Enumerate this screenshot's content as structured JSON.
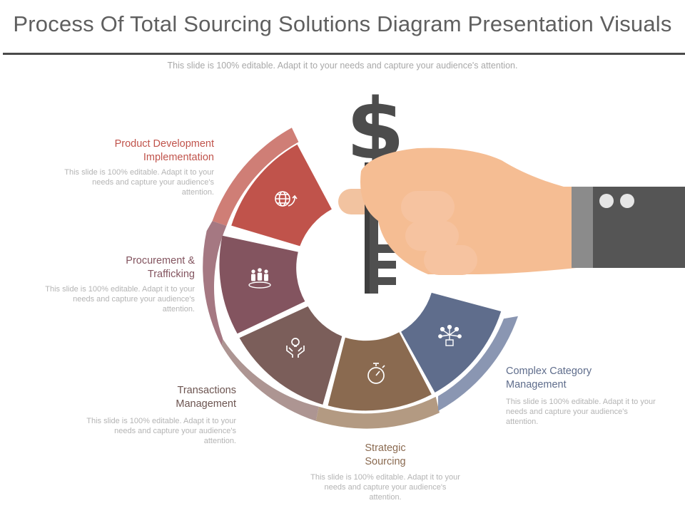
{
  "header": {
    "title": "Process Of Total Sourcing Solutions Diagram Presentation Visuals",
    "subtitle": "This slide is 100% editable. Adapt it to your needs and capture your audience's attention."
  },
  "colors": {
    "product": "#c0534b",
    "procurement": "#83545f",
    "transactions": "#7b5e5a",
    "strategic": "#8a6a50",
    "complex": "#5f6d8c",
    "hand": "#f5bd93",
    "sleeve": "#555555",
    "key": "#4f4f4f"
  },
  "segments": [
    {
      "id": "product",
      "title": "Product Development Implementation",
      "desc": "This slide is 100% editable. Adapt it to your needs and capture your audience's attention.",
      "icon": "globe-icon"
    },
    {
      "id": "procurement",
      "title": "Procurement & Trafficking",
      "desc": "This slide is 100% editable. Adapt it to your needs and capture your audience's attention.",
      "icon": "team-icon"
    },
    {
      "id": "transactions",
      "title": "Transactions Management",
      "desc": "This slide is 100% editable. Adapt it to your needs and capture your audience's attention.",
      "icon": "hands-idea-icon"
    },
    {
      "id": "strategic",
      "title": "Strategic Sourcing",
      "desc": "This slide is 100% editable. Adapt it to your needs and capture your audience's attention.",
      "icon": "stopwatch-icon"
    },
    {
      "id": "complex",
      "title": "Complex Category Management",
      "desc": "This slide is 100% editable. Adapt it to your needs and capture your audience's attention.",
      "icon": "network-icon"
    }
  ]
}
